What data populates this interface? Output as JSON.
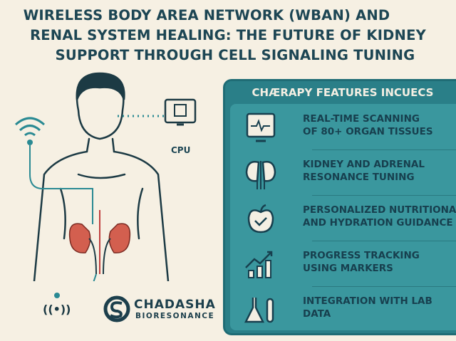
{
  "title": {
    "line1": "WIRELESS BODY AREA NETWORK (WBAN) AND",
    "line2": "RENAL SYSTEM HEALING: THE FUTURE OF KIDNEY",
    "line3": "SUPPORT THROUGH CELL SIGNALING TUNING"
  },
  "diagram": {
    "cpu_label": "CPU"
  },
  "panel": {
    "header": "CHÆRAPY FEATURES INCUECS",
    "features": [
      {
        "icon": "monitor-icon",
        "line1": "REAL-TIME SCANNING",
        "line2": "OF 80+ ORGAN TISSUES"
      },
      {
        "icon": "kidney-icon",
        "line1": "KIDNEY AND ADRENAL",
        "line2": "RESONANCE TUNING"
      },
      {
        "icon": "apple-icon",
        "line1": "PERSONALIZED NUTRITIONAL",
        "line2": "AND HYDRATION GUIDANCE"
      },
      {
        "icon": "chart-icon",
        "line1": "PROGRESS TRACKING",
        "line2": "USING MARKERS"
      },
      {
        "icon": "lab-flask-icon",
        "line1": "INTEGRATION WITH LAB",
        "line2": "DATA"
      }
    ]
  },
  "brand": {
    "name": "CHADASHA",
    "tagline": "BIORESONANCE"
  },
  "colors": {
    "teal": "#2a7f88",
    "dark": "#1c4553",
    "kidney": "#d35f4f",
    "bg": "#f6f0e3"
  }
}
